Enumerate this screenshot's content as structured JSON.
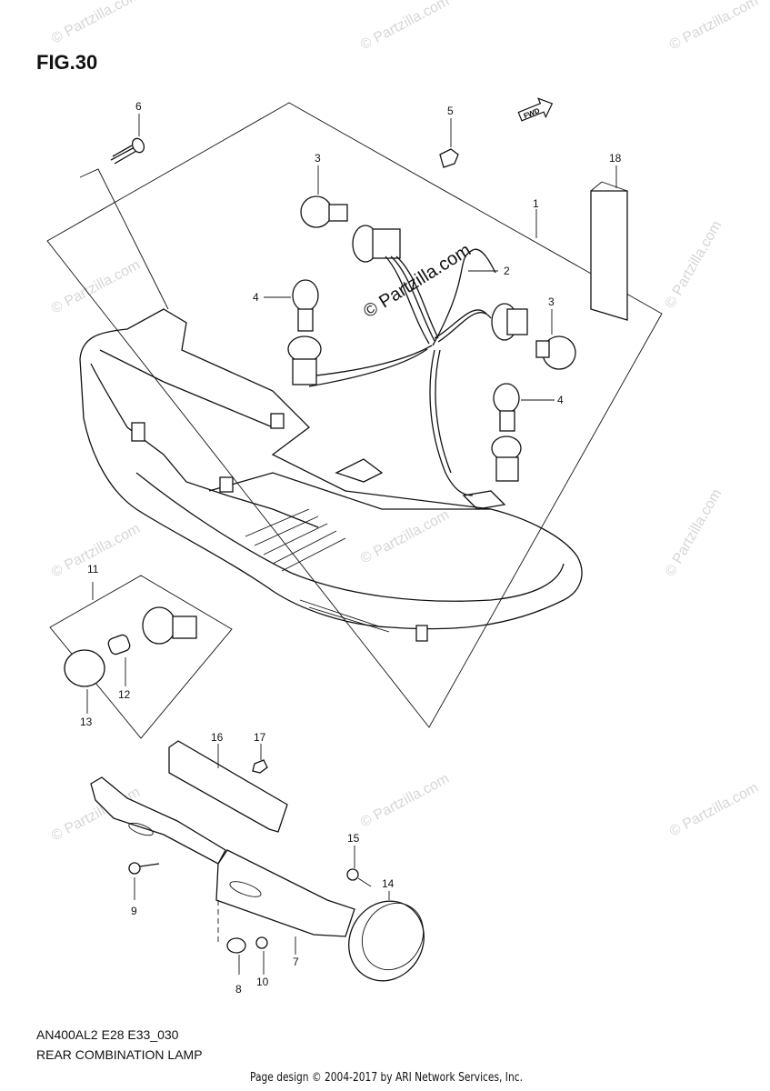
{
  "figure": {
    "title": "FIG.30",
    "model_code": "AN400AL2 E28 E33_030",
    "description": "REAR COMBINATION LAMP"
  },
  "footer": "Page design © 2004-2017 by ARI Network Services, Inc.",
  "fwd_label": "FWD",
  "watermark": {
    "center": "© Partzilla.com",
    "repeat": "© Partzilla.com"
  },
  "callouts": [
    {
      "id": "c1",
      "label": "1"
    },
    {
      "id": "c2",
      "label": "2"
    },
    {
      "id": "c3a",
      "label": "3"
    },
    {
      "id": "c3b",
      "label": "3"
    },
    {
      "id": "c4a",
      "label": "4"
    },
    {
      "id": "c4b",
      "label": "4"
    },
    {
      "id": "c5",
      "label": "5"
    },
    {
      "id": "c6",
      "label": "6"
    },
    {
      "id": "c7",
      "label": "7"
    },
    {
      "id": "c8",
      "label": "8"
    },
    {
      "id": "c9",
      "label": "9"
    },
    {
      "id": "c10",
      "label": "10"
    },
    {
      "id": "c11",
      "label": "11"
    },
    {
      "id": "c12",
      "label": "12"
    },
    {
      "id": "c13",
      "label": "13"
    },
    {
      "id": "c14",
      "label": "14"
    },
    {
      "id": "c15",
      "label": "15"
    },
    {
      "id": "c16",
      "label": "16"
    },
    {
      "id": "c17",
      "label": "17"
    },
    {
      "id": "c18",
      "label": "18"
    }
  ]
}
